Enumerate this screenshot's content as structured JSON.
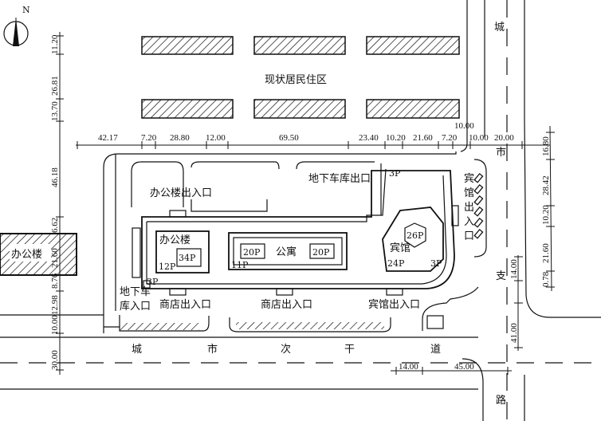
{
  "north_label": "N",
  "residential_label": "现状居民住区",
  "labels": {
    "office_entrance": "办公楼出入口",
    "garage_exit": "地下车库出口",
    "garage_entrance_line1": "地下车",
    "garage_entrance_line2": "库入口",
    "shop_entrance_1": "商店出入口",
    "shop_entrance_2": "商店出入口",
    "hotel_entrance_bottom": "宾馆出入口",
    "hotel_entrance_side": [
      "宾",
      "馆",
      "出",
      "入",
      "口"
    ],
    "office_building": "办公楼",
    "office_floors": "34P",
    "office_podium": "12P",
    "apartment": "公寓",
    "apartment_floors_left": "20P",
    "apartment_floors_right": "20P",
    "apartment_podium": "11P",
    "hotel": "宾馆",
    "hotel_floors": "26P",
    "hotel_podium": "24P",
    "hotel_3p": "3P",
    "garage_3p": "3P",
    "podium_3p": "3P",
    "neighbor_office": "办公楼"
  },
  "bottom_road": [
    "城",
    "市",
    "次",
    "干",
    "道"
  ],
  "right_road": [
    "城",
    "市",
    "支",
    "路"
  ],
  "top_dims": [
    "42.17",
    "7.20",
    "28.80",
    "12.00",
    "69.50",
    "23.40",
    "10.20",
    "21.60",
    "7.20",
    "10.00",
    "10.00",
    "20.00"
  ],
  "left_dims": [
    "11.20",
    "26.81",
    "13.70",
    "46.18",
    "6.62",
    "21.60",
    "8.76",
    "12.98",
    "10.00",
    "30.00"
  ],
  "right_dims": [
    "16.80",
    "28.42",
    "10.20",
    "21.60",
    "0.78"
  ],
  "road_dims": [
    "14.00",
    "41.00"
  ],
  "bottom_dims": [
    "14.00",
    "45.00"
  ]
}
